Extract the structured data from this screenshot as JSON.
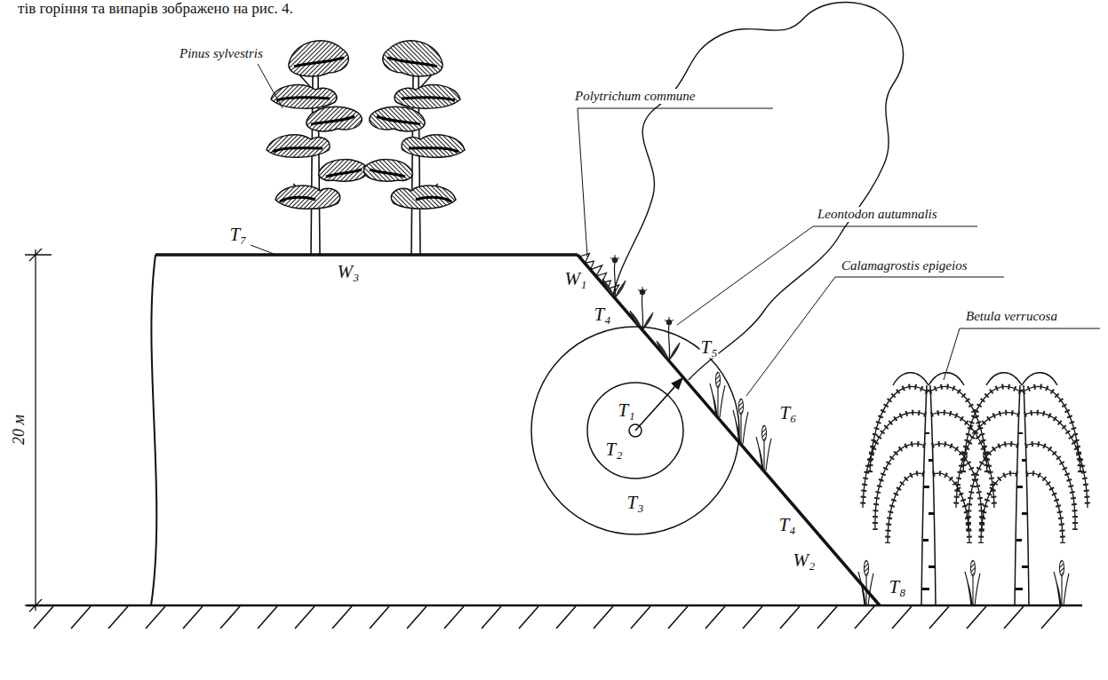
{
  "diagram": {
    "nodes": [
      {
        "text": [
          "T₃"
        ]
      },
      {
        "text": [
          "T₂"
        ],
        "in": 0
      },
      {
        "text": [
          "T₁"
        ],
        "in": 1
      }
    ],
    "labels": [
      "тів горіння та випарів зображено на рис. 4.",
      "Pinus sylvestris",
      "T₇",
      "W₃",
      "Polytrichum commune",
      "W₁",
      "T₄",
      "Leontodon autumnalis",
      "T₅",
      "Calamagrostis epigeios",
      "T₆",
      "Betula verrucosa",
      "T₄",
      "W₂",
      "T₈",
      "20 м"
    ]
  }
}
